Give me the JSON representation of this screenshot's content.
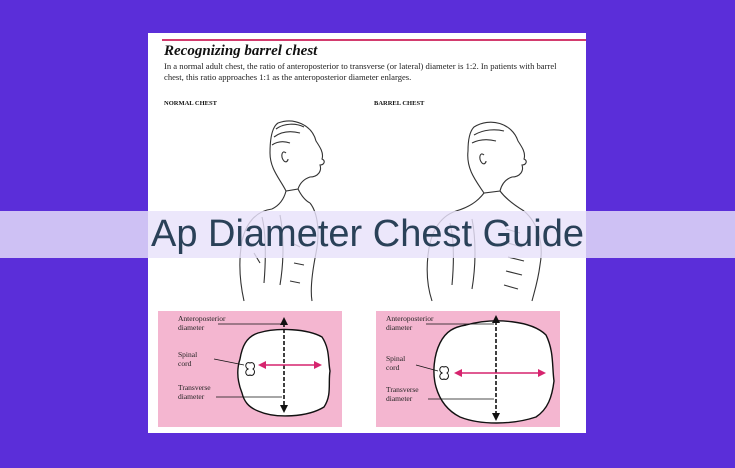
{
  "banner": {
    "title": "Ap Diameter Chest Guide"
  },
  "document": {
    "title": "Recognizing barrel chest",
    "intro": "In a normal adult chest, the ratio of anteroposterior to transverse (or lateral) diameter is 1:2. In patients with barrel chest, this ratio approaches 1:1 as the anteroposterior diameter enlarges.",
    "left_caption": "NORMAL CHEST",
    "right_caption": "BARREL CHEST",
    "diagram_labels": {
      "ap_line1": "Anteroposterior",
      "ap_line2": "diameter",
      "spinal_line1": "Spinal",
      "spinal_line2": "cord",
      "trans_line1": "Transverse",
      "trans_line2": "diameter"
    }
  },
  "colors": {
    "background": "#5b2ed9",
    "panel": "#f4b6d0",
    "arrow_transverse": "#d6246e",
    "banner_text": "#2a4158"
  }
}
